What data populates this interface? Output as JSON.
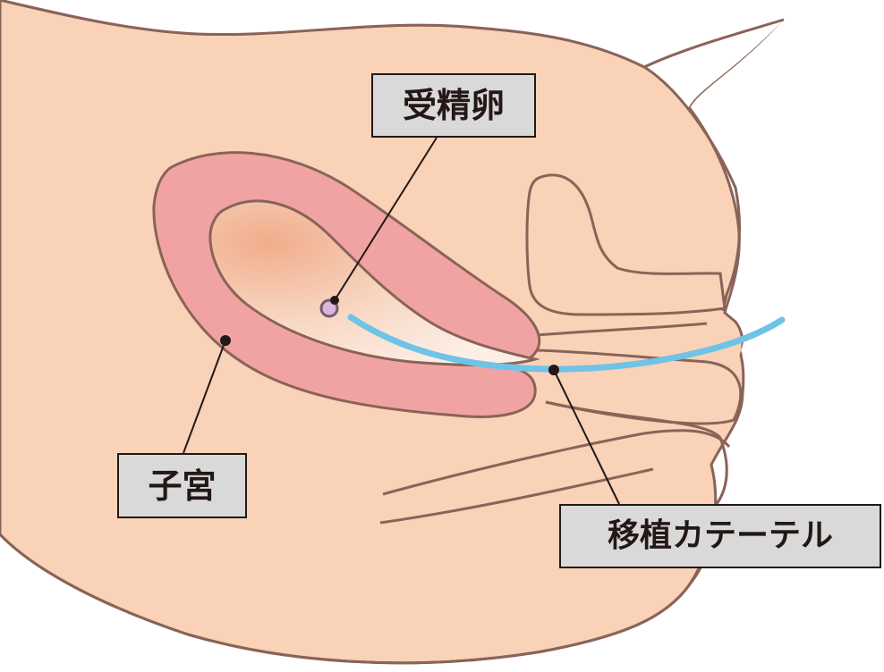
{
  "labels": {
    "fertilized_egg": "受精卵",
    "uterus": "子宮",
    "transfer_catheter": "移植カテーテル"
  },
  "colors": {
    "skin": "#f9d2b7",
    "outline": "#8a6358",
    "uterus": "#f1a3a4",
    "cavity": "#f1ad8b",
    "catheter": "#6ec3e6",
    "egg": "#d9b7dc",
    "label_bg": "#d9d9d9",
    "leader": "#231815"
  }
}
